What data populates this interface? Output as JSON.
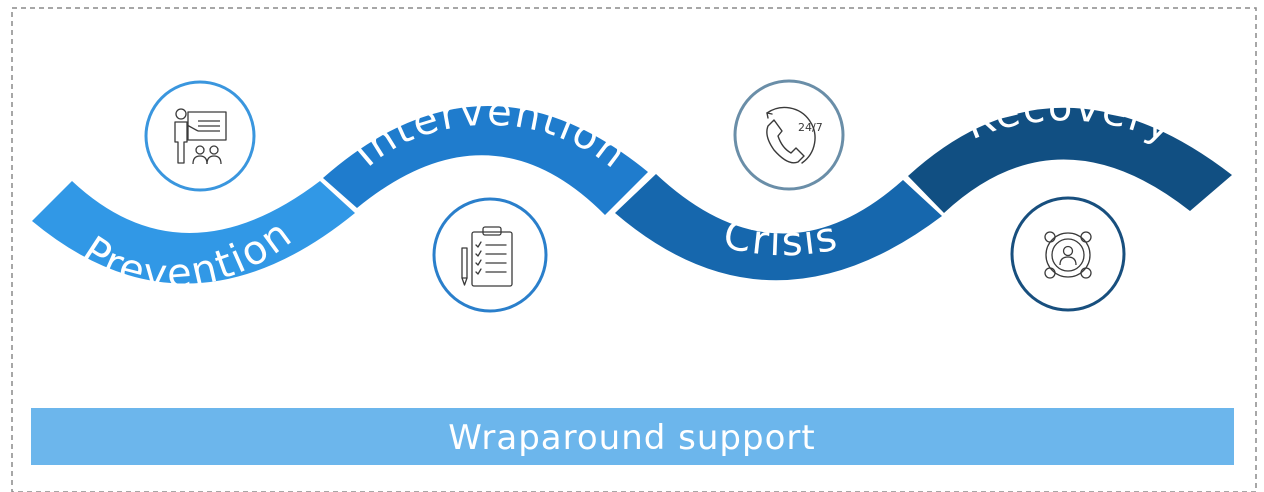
{
  "stages": [
    {
      "label": "Prevention",
      "color": "#3198e6",
      "icon": "presentation-icon",
      "icon_stroke": "#3a96de"
    },
    {
      "label": "Intervention",
      "color": "#1f7ccd",
      "icon": "checklist-icon",
      "icon_stroke": "#2a7fcb"
    },
    {
      "label": "Crisis",
      "color": "#1667ad",
      "icon": "phone-24-7-icon",
      "icon_stroke": "#6a8ea8",
      "icon_text": "24/7"
    },
    {
      "label": "Recovery",
      "color": "#114f82",
      "icon": "support-network-icon",
      "icon_stroke": "#184f7e"
    }
  ],
  "footer": {
    "label": "Wraparound support",
    "color": "#6cb6ec"
  },
  "border_color": "#8a8a8a"
}
